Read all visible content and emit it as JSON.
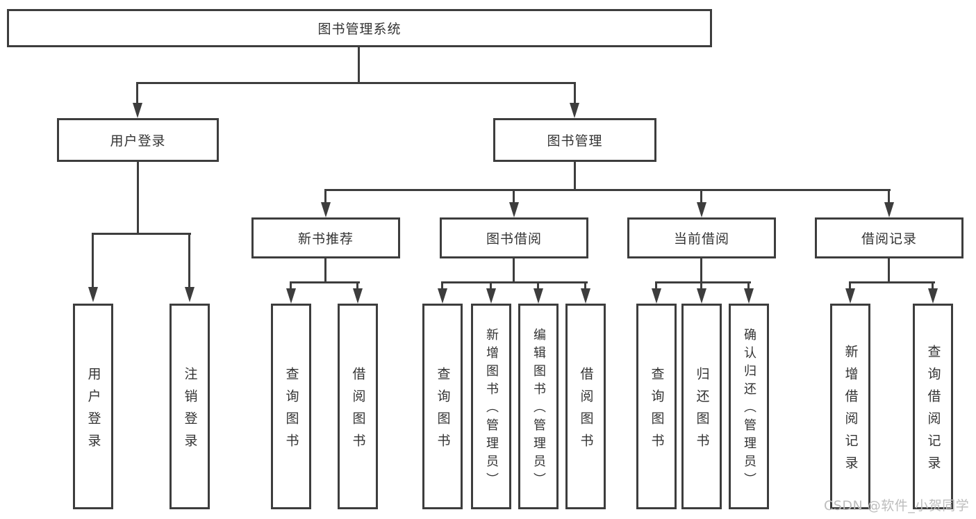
{
  "root": {
    "label": "图书管理系统"
  },
  "level2": {
    "user_login": "用户登录",
    "book_mgmt": "图书管理"
  },
  "level3": {
    "new_books": "新书推荐",
    "book_borrow": "图书借阅",
    "current_borrow": "当前借阅",
    "borrow_records": "借阅记录"
  },
  "leaves": {
    "user_login_leaf": "用户登录",
    "logout": "注销登录",
    "nb_query": "查询图书",
    "nb_borrow": "借阅图书",
    "bb_query": "查询图书",
    "bb_add": "新增图书（管理员）",
    "bb_edit": "编辑图书（管理员）",
    "bb_borrow": "借阅图书",
    "cb_query": "查询图书",
    "cb_return": "归还图书",
    "cb_confirm": "确认归还（管理员）",
    "br_add": "新增借阅记录",
    "br_query": "查询借阅记录"
  },
  "watermark": {
    "text": "CSDN @软件_小贺同学"
  },
  "colors": {
    "line": "#3d3d3d",
    "text": "#333333",
    "watermark": "#bdbdbd",
    "background": "#ffffff",
    "box_fill": "#ffffff"
  }
}
